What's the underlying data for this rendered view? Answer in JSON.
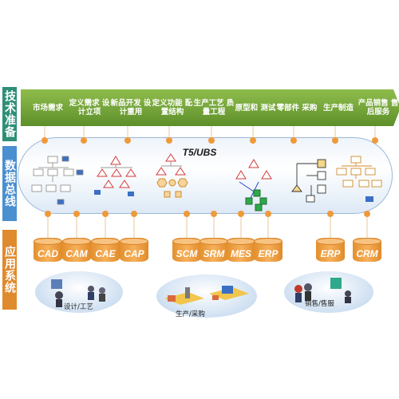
{
  "side_labels": {
    "standards": "技术准备",
    "bus": "数据总线",
    "apps": "应用系统"
  },
  "process_steps": [
    "市场需求",
    "定义需求 设计立项",
    "新品开发 设计重用",
    "定义功能 配置结构",
    "生产工艺 质量工程",
    "原型和 测试",
    "零部件 采购",
    "生产制造",
    "产品销售 售后服务"
  ],
  "bus": {
    "title": "T5/UBS"
  },
  "applications": [
    "CAD",
    "CAM",
    "CAE",
    "CAP",
    "SCM",
    "SRM",
    "MES",
    "ERP",
    "ERP",
    "CRM"
  ],
  "groups": [
    {
      "caption": "设计/工艺"
    },
    {
      "caption": "生产/采购"
    },
    {
      "caption": "销售/售服"
    }
  ],
  "colors": {
    "chevron": "#6f9f36",
    "bus_border": "#9bb8d8",
    "app_cylinder": "#eb9a3c",
    "connector_dot": "#ee9a3a",
    "label_standards": "#2f8f78",
    "label_bus": "#4a8fd0",
    "label_apps": "#e08a2e"
  }
}
